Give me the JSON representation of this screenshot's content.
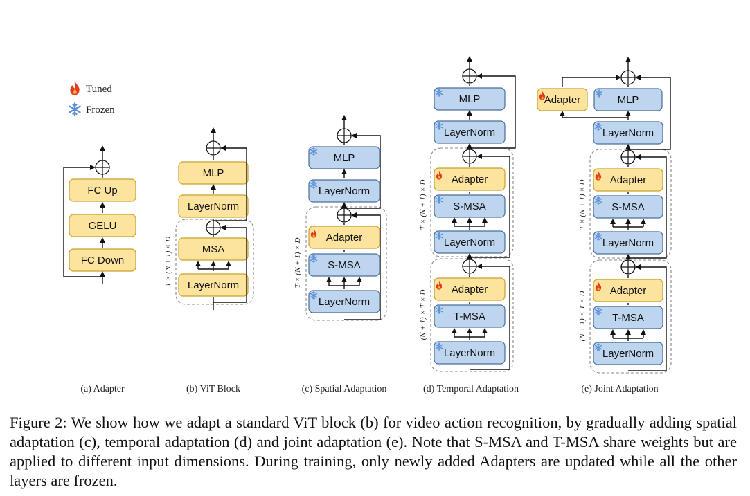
{
  "legend": {
    "tuned": "Tuned",
    "frozen": "Frozen"
  },
  "colors": {
    "tuned_fill": "#fde49e",
    "tuned_stroke": "#c8a02a",
    "frozen_fill": "#bed5ef",
    "frozen_stroke": "#4a6d9a",
    "flame": "#e23a1e",
    "snow": "#5b8fd6"
  },
  "blocks": {
    "fc_up": "FC Up",
    "gelu": "GELU",
    "fc_down": "FC Down",
    "mlp": "MLP",
    "layernorm": "LayerNorm",
    "msa": "MSA",
    "adapter": "Adapter",
    "s_msa": "S-MSA",
    "t_msa": "T-MSA"
  },
  "dims": {
    "vit": "1 × (N + 1) × D",
    "spatial": "T × (N + 1) × D",
    "temporal": "(N + 1) × T × D"
  },
  "subcaptions": {
    "a": "(a) Adapter",
    "b": "(b) ViT Block",
    "c": "(c) Spatial Adaptation",
    "d": "(d) Temporal Adaptation",
    "e": "(e) Joint Adaptation"
  },
  "caption": "Figure 2: We show how we adapt a standard ViT block (b) for video action recognition, by gradually adding spatial adaptation (c), temporal adaptation (d) and joint adaptation (e). Note that S-MSA and T-MSA share weights but are applied to different input dimensions. During training, only newly added Adapters are updated while all the other layers are frozen."
}
